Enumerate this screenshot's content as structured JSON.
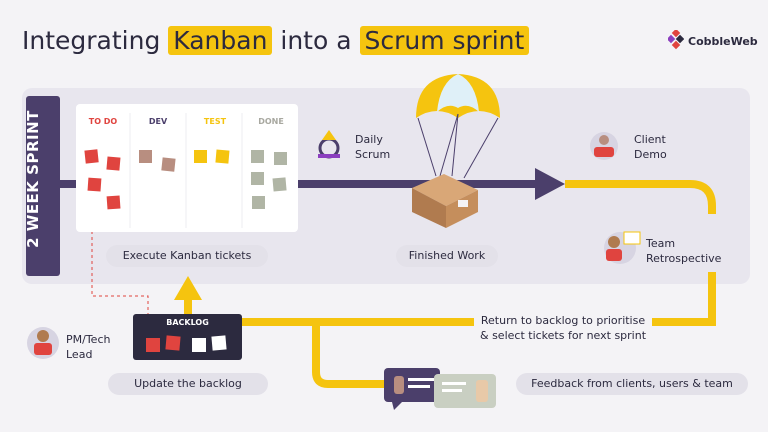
{
  "title": {
    "part1": "Integrating ",
    "hl1": "Kanban",
    "part2": " into a ",
    "hl2": "Scrum sprint"
  },
  "brand": {
    "name": "CobbleWeb"
  },
  "sprint_label": "2 WEEK SPRINT",
  "kanban_columns": [
    {
      "label": "TO DO",
      "color": "#e0443f"
    },
    {
      "label": "DEV",
      "color": "#4b3f6b"
    },
    {
      "label": "TEST",
      "color": "#f5c40f"
    },
    {
      "label": "DONE",
      "color": "#a8a8a0"
    }
  ],
  "pills": {
    "execute": "Execute Kanban tickets",
    "finished": "Finished Work",
    "update": "Update the backlog",
    "feedback": "Feedback from clients, users & team"
  },
  "labels": {
    "daily_scrum_line1": "Daily",
    "daily_scrum_line2": "Scrum",
    "client_demo_line1": "Client",
    "client_demo_line2": "Demo",
    "team_retro_line1": "Team",
    "team_retro_line2": "Retrospective",
    "pm_line1": "PM/Tech",
    "pm_line2": "Lead",
    "return_line1": "Return to backlog to prioritise",
    "return_line2": "& select tickets for next sprint",
    "backlog": "BACKLOG"
  },
  "colors": {
    "purple": "#4b3f6b",
    "yellow": "#f5c40f",
    "red": "#e0443f",
    "dark": "#2c2a3f"
  }
}
